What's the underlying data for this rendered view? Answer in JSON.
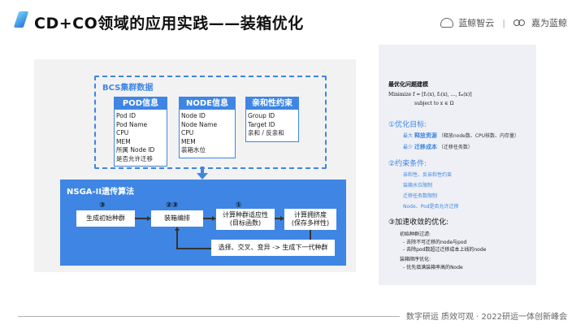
{
  "header": {
    "title": "CD+CO领域的应用实践——装箱优化",
    "logo1_text": "蓝鲸智云",
    "logo_separator": "|",
    "logo2_text": "嘉为蓝鲸"
  },
  "diagram": {
    "bcs_label": "BCS集群数据",
    "pod": {
      "title": "POD信息",
      "lines": [
        "Pod ID",
        "Pod Name",
        "CPU",
        "MEM",
        "所属 Node ID",
        "是否允许迁移"
      ]
    },
    "node": {
      "title": "NODE信息",
      "lines": [
        "Node ID",
        "Node Name",
        "CPU",
        "MEM",
        "装箱水位"
      ]
    },
    "affinity": {
      "title": "亲和性约束",
      "lines": [
        "Group ID",
        "Target ID",
        "亲和 / 反亲和"
      ]
    },
    "nsga_label": "NSGA-II遗传算法",
    "steps": {
      "init": "生成初始种群",
      "encode": "装箱编排",
      "fitness_line1": "计算种群适应性",
      "fitness_line2": "(目标函数)",
      "crowding_line1": "计算拥挤度",
      "crowding_line2": "(保存多样性)",
      "next_gen": "选择、交叉、变异 -> 生成下一代种群"
    },
    "numbers": {
      "init": "③",
      "encode": "②③",
      "fitness": "①"
    }
  },
  "panel": {
    "model_title": "最优化问题建模",
    "formula_main": "Minimize   f = [f₁(x), f₂(x), …, fₘ(x)]",
    "formula_sub": "subject to x ∈ Ω",
    "goal_title": "①优化目标:",
    "goal1_prefix": "最大",
    "goal1_key": "释放资源",
    "goal1_note": "（释放node数、CPU核数、内存量）",
    "goal2_prefix": "最少",
    "goal2_key": "迁移成本",
    "goal2_note": "（迁移任务数）",
    "constraint_title": "②约束条件:",
    "constraints": [
      "亲和性、反亲和性约束",
      "装箱水位限制",
      "迁移任务数限制",
      "Node、Pod是否允许迁移"
    ],
    "speed_title": "③加速收敛的优化:",
    "speed_a": "初始种群过滤:",
    "speed_a1": "- 去除不可迁移的node与pod",
    "speed_a2": "- 去除pod数超过迁移成本上线的node",
    "speed_b": "装箱顺序优化:",
    "speed_b1": "- 优先填满装箱率高的Node"
  },
  "footer": {
    "text": "数字研运 质效可观 · 2022研运一体创新峰会"
  },
  "colors": {
    "accent": "#3f86e4",
    "panel_bg": "#eef0f5",
    "diagram_bg": "#f2f2f2"
  }
}
